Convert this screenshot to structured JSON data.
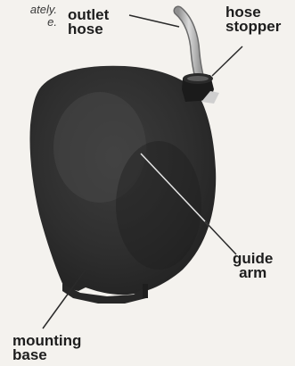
{
  "fragment": {
    "line1": "ately.",
    "line2": "e."
  },
  "labels": {
    "outlet_hose": [
      "outlet",
      "hose"
    ],
    "hose_stopper": [
      "hose",
      "stopper"
    ],
    "guide_arm": [
      "guide",
      "arm"
    ],
    "mounting_base": [
      "mounting",
      "base"
    ]
  },
  "colors": {
    "background": "#f4f2ee",
    "body_dark": "#303030",
    "hose": "#bdbdbd",
    "text": "#1d1d1d"
  }
}
